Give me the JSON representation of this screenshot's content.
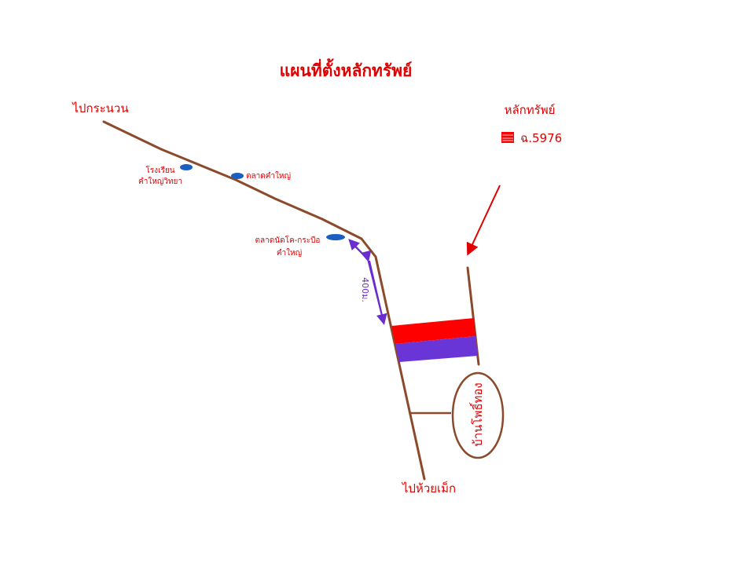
{
  "title": "แผนที่ตั้งหลักทรัพย์",
  "roads": {
    "to_kranuan": "ไปกระนวน",
    "to_huai_mek": "ไปห้วยเม็ก"
  },
  "places": {
    "school_line1": "โรงเรียน",
    "school_line2": "คำใหญ่วิทยา",
    "market": "ตลาดคำใหญ่",
    "kok_market_line1": "ตลาดนัดโค-กระบือ",
    "kok_market_line2": "คำใหญ่",
    "village": "บ้านโพธิ์ทอง"
  },
  "distance_label": "400ม.",
  "legend": {
    "heading": "หลักทรัพย์",
    "item": "ฉ.5976"
  },
  "colors": {
    "road": "#8b4a2b",
    "property_red": "#ff0000",
    "property_purple": "#6a35d6",
    "marker": "#1a5fc0",
    "arrow_purple": "#6a2dd0",
    "text_red": "#e00000"
  }
}
